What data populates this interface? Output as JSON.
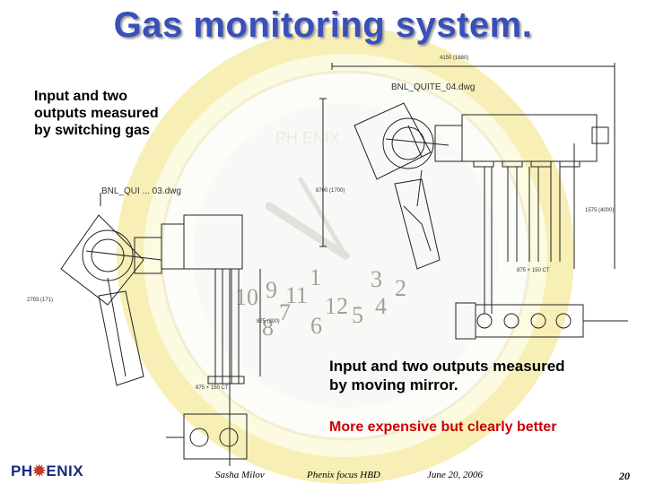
{
  "slide": {
    "title": "Gas monitoring system.",
    "note_left": "Input and two\noutputs measured\nby switching gas",
    "note_right": "Input and two outputs measured\nby moving mirror.",
    "note_red": "More expensive but clearly better"
  },
  "drawing": {
    "file_label_top": "BNL_QUITE_04.dwg",
    "file_label_left": "BNL_QUI ... 03.dwg",
    "dim_top": "4150 (1680)",
    "dim_side": "8700 (1700)",
    "dim_right": "1575 (4000)",
    "dim_left": "2793 (171)",
    "dim_bottom_right": "875 × 150 CT",
    "dim_bottom_left": "875 × 150 CT",
    "dim_mid": "875 (200)"
  },
  "background": {
    "watermark_text": "PH ENIX",
    "clock_numbers": [
      "12",
      "1",
      "2",
      "3",
      "4",
      "5",
      "6",
      "7",
      "8",
      "9",
      "10",
      "11"
    ]
  },
  "footer": {
    "logo_left": "PH",
    "logo_right": "ENIX",
    "author": "Sasha Milov",
    "event": "Phenix focus HBD",
    "date": "June 20, 2006",
    "page": "20"
  },
  "colors": {
    "title": "#3a4fb8",
    "red_note": "#cc0000",
    "clock_ring": "#f3e88a"
  }
}
